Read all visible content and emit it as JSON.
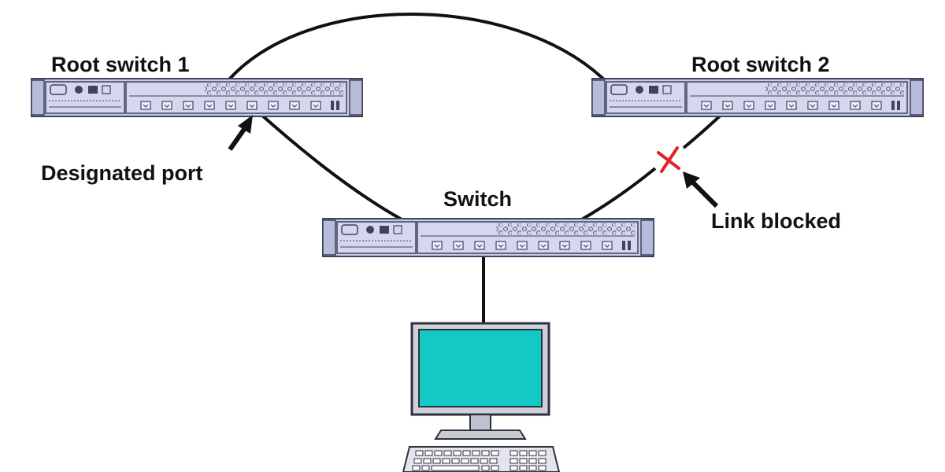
{
  "labels": {
    "root1": "Root switch 1",
    "root2": "Root switch 2",
    "switch": "Switch",
    "designated": "Designated port",
    "blocked": "Link blocked"
  },
  "colors": {
    "chassis": "#c9cce6",
    "chassis_edge": "#3f435d",
    "cable": "#111111",
    "blocked_mark": "#e3222a",
    "screen": "#12c9c3"
  },
  "icons": [
    "switch-icon",
    "computer-icon",
    "keyboard-icon",
    "arrow-icon",
    "x-icon"
  ]
}
